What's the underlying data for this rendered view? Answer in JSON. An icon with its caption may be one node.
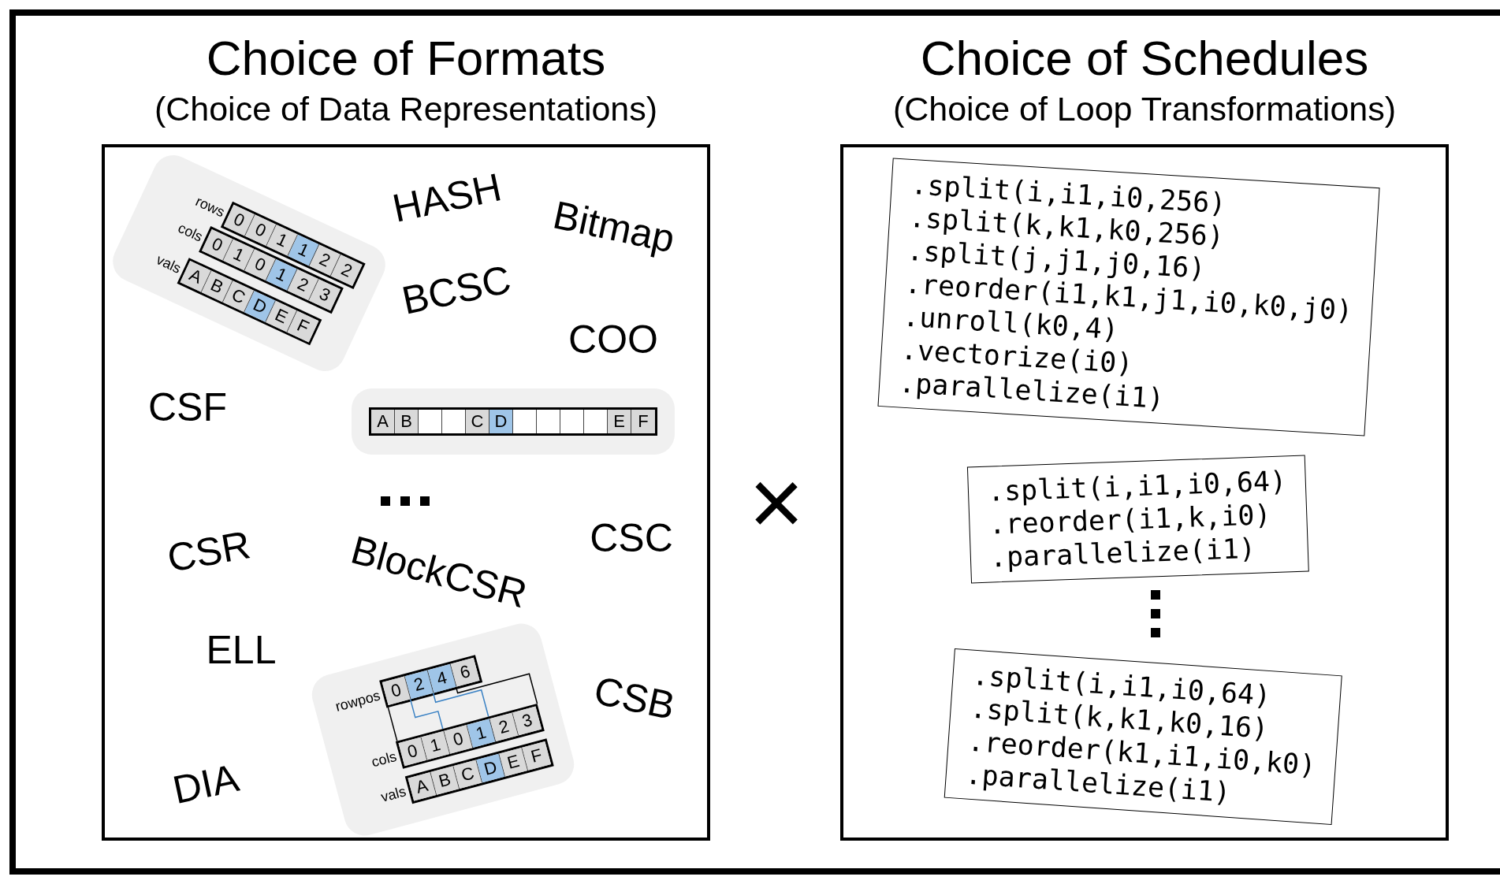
{
  "diagram": {
    "nodes": [
      {
        "text": [
          "Choice of Formats",
          "(Choice of Data Representations)"
        ]
      },
      {
        "text": [
          "rows",
          "0",
          "0",
          "1",
          "1",
          "2",
          "2",
          "cols",
          "0",
          "1",
          "0",
          "1",
          "2",
          "3",
          "vals",
          "A",
          "B",
          "C",
          "D",
          "E",
          "F"
        ],
        "in": 0
      },
      {
        "text": [
          "A",
          "B",
          "C",
          "D",
          "E",
          "F"
        ],
        "in": 0
      },
      {
        "text": [
          "rowpos",
          "0",
          "2",
          "4",
          "6",
          "cols",
          "0",
          "1",
          "0",
          "1",
          "2",
          "3",
          "vals",
          "A",
          "B",
          "C",
          "D",
          "E",
          "F"
        ],
        "in": 0
      },
      {
        "text": [
          "Choice of Schedules",
          "(Choice of Loop Transformations)"
        ]
      },
      {
        "text": [
          ".split(i,i1,i0,256)",
          ".split(k,k1,k0,256)",
          ".split(j,j1,j0,16)",
          ".reorder(i1,k1,j1,i0,k0,j0)",
          ".unroll(k0,4)",
          ".vectorize(i0)",
          ".parallelize(i1)"
        ],
        "in": 4
      },
      {
        "text": [
          ".split(i,i1,i0,64)",
          ".reorder(i1,k,i0)",
          ".parallelize(i1)"
        ],
        "in": 4
      },
      {
        "text": [
          ".split(i,i1,i0,64)",
          ".split(k,k1,k0,16)",
          ".reorder(k1,i1,i0,k0)",
          ".parallelize(i1)"
        ],
        "in": 4
      }
    ],
    "labels": [
      "HASH",
      "Bitmap",
      "BCSC",
      "COO",
      "CSF",
      "CSR",
      "BlockCSR",
      "CSC",
      "ELL",
      "CSB",
      "DIA",
      "×"
    ]
  }
}
